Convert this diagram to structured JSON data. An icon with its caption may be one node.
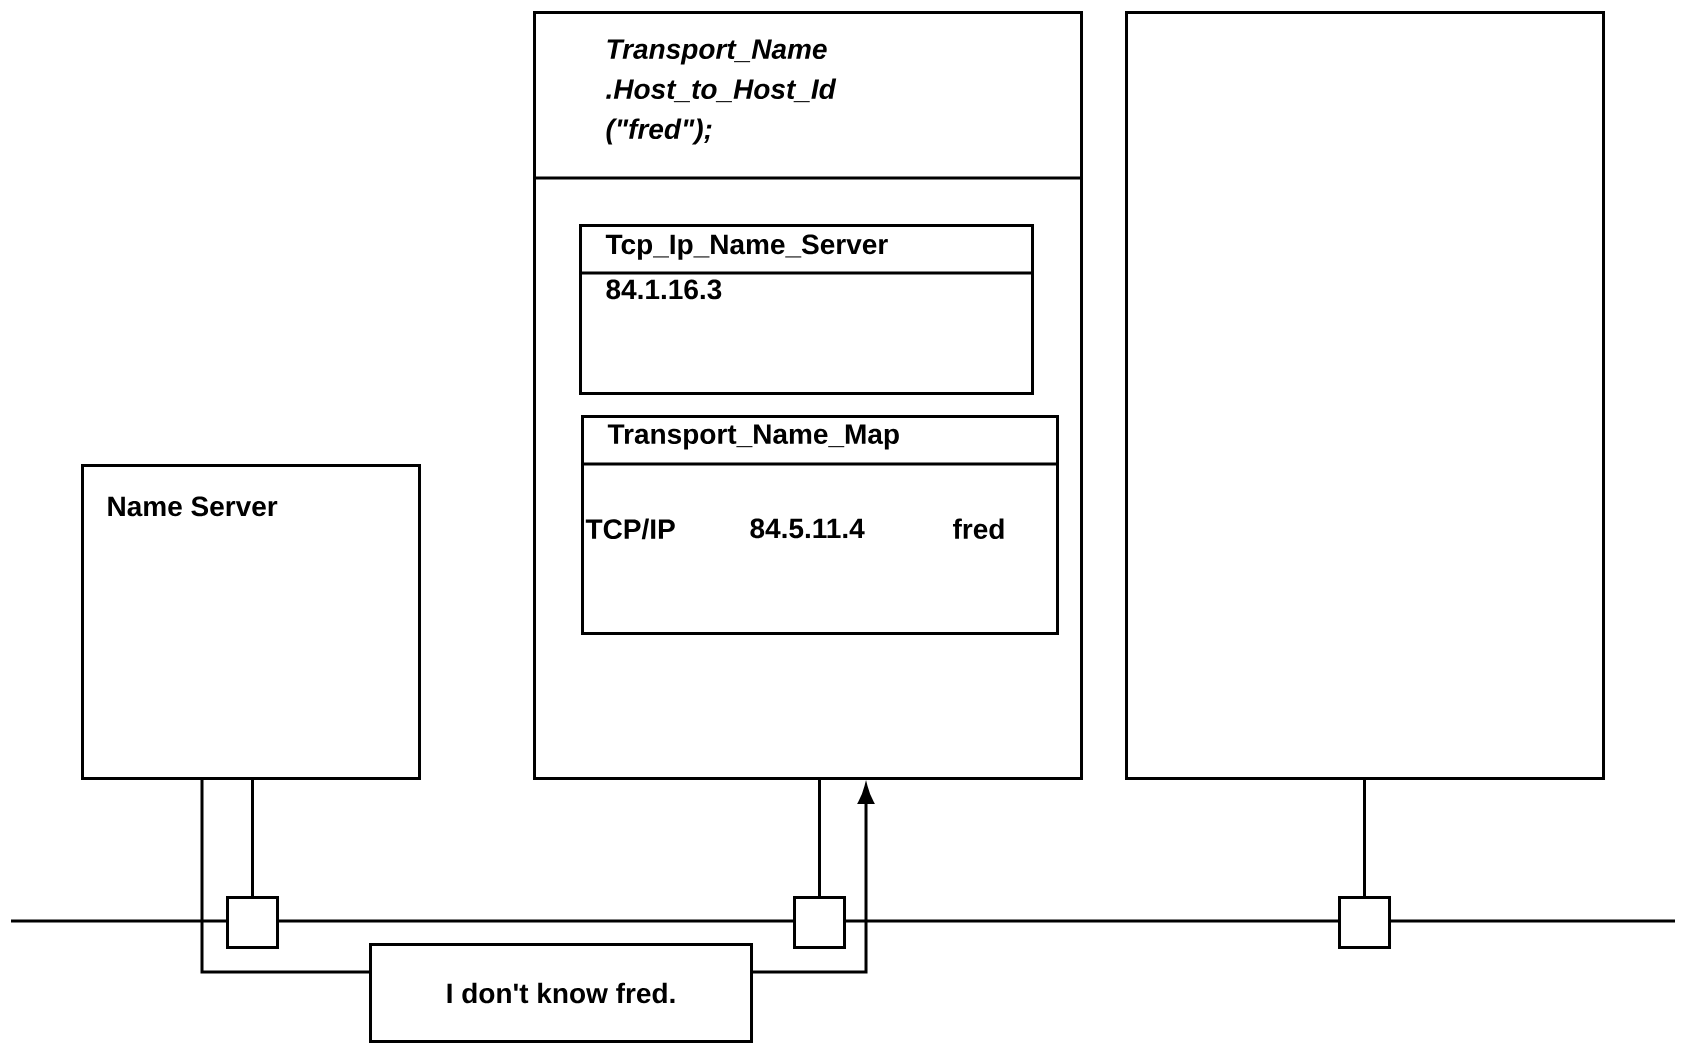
{
  "diagram": {
    "nodes": [
      {
        "text": [
          "Name Server"
        ]
      },
      {
        "text": [
          "Transport_Name .Host_to_Host_Id (\"fred\");"
        ]
      },
      {
        "text": [
          "Tcp_Ip_Name_Server",
          "84.1.16.3"
        ],
        "in": 1
      },
      {
        "text": [
          "Transport_Name_Map",
          "TCP/IP",
          "84.5.11.4",
          "fred"
        ],
        "in": 1
      },
      {
        "text": [],
        "shape": "box"
      },
      {
        "text": [],
        "shape": "box"
      },
      {
        "text": [],
        "shape": "box"
      },
      {
        "text": [],
        "shape": "box"
      },
      {
        "text": [
          "I don't know fred."
        ]
      }
    ],
    "edges": [
      {
        "from": 0,
        "to": 5,
        "arrow": "none"
      },
      {
        "from": 1,
        "to": 6,
        "arrow": "none"
      },
      {
        "from": 4,
        "to": 7,
        "arrow": "none"
      },
      {
        "from": 0,
        "to": 8,
        "arrow": "none"
      },
      {
        "from": 8,
        "to": 1,
        "arrow": "to"
      }
    ]
  }
}
